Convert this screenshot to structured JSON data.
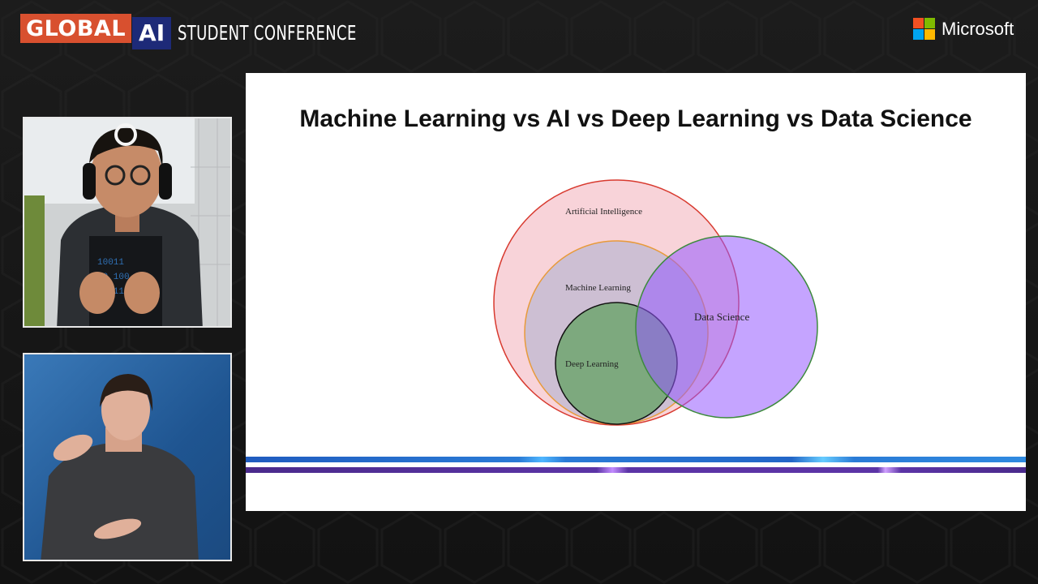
{
  "header": {
    "brand_global": "GLOBAL",
    "brand_ai": "AI",
    "brand_sub": "STUDENT CONFERENCE",
    "sponsor": "Microsoft"
  },
  "colors": {
    "global_red": "#d8502f",
    "ai_navy": "#1d2a78",
    "ms_red": "#f25022",
    "ms_green": "#7fba00",
    "ms_blue": "#00a4ef",
    "ms_yellow": "#ffb900"
  },
  "slide": {
    "title": "Machine Learning vs AI vs Deep Learning vs Data Science",
    "venn": {
      "ai_label": "Artificial Intelligence",
      "ml_label": "Machine Learning",
      "dl_label": "Deep Learning",
      "ds_label": "Data Science"
    }
  }
}
